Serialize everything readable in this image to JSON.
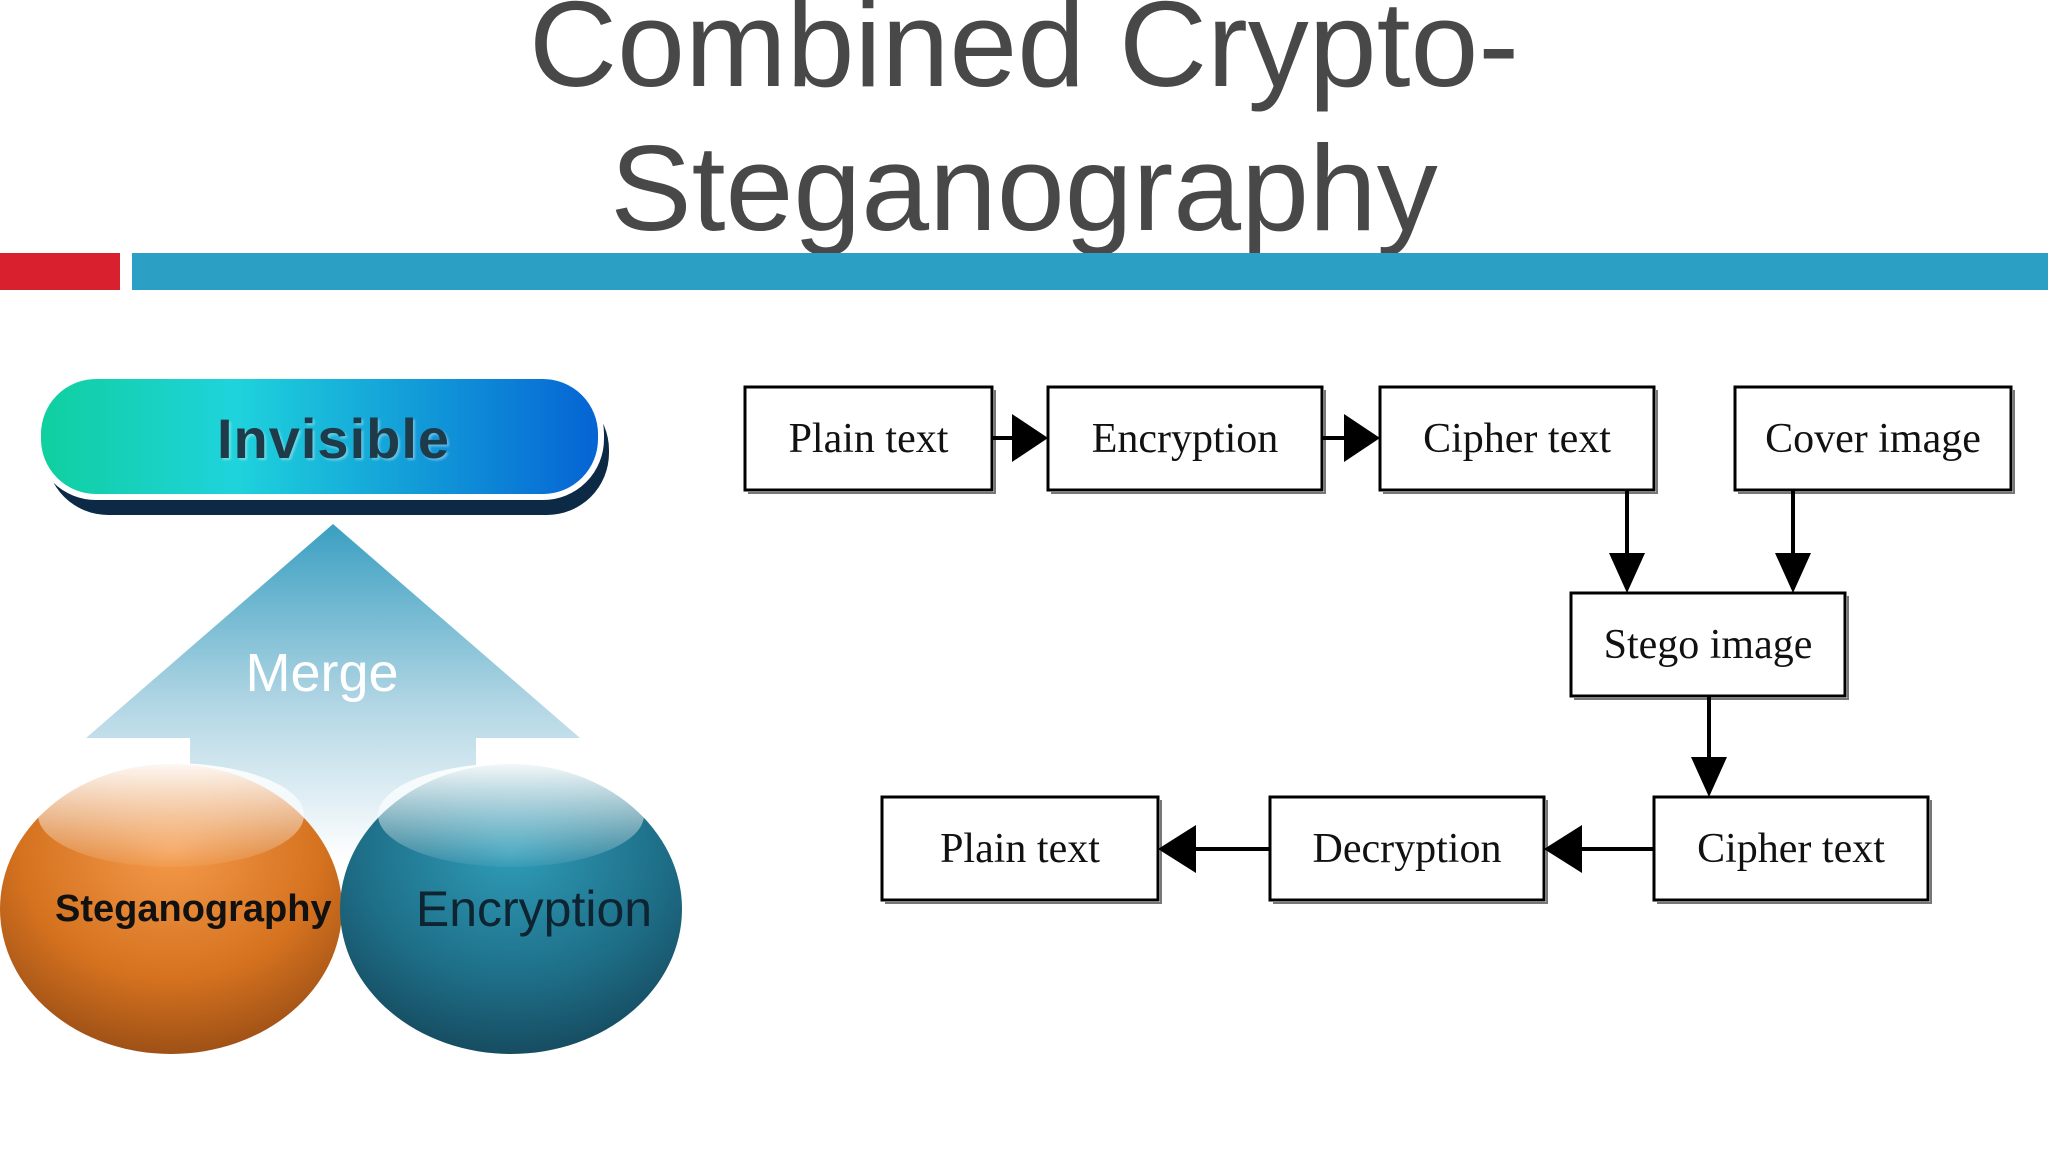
{
  "title": {
    "line1": "Combined Crypto-",
    "line2": "Steganography"
  },
  "colors": {
    "accent_red": "#d8202f",
    "accent_blue": "#2ba0c4",
    "title_text": "#484848"
  },
  "left_graphic": {
    "top_label": "Invisible",
    "arrow_label": "Merge",
    "left_circle_label": "Steganography",
    "right_circle_label": "Encryption"
  },
  "flow": {
    "row1": {
      "plain_text": "Plain text",
      "encryption": "Encryption",
      "cipher_text": "Cipher text",
      "cover_image": "Cover image"
    },
    "stego_image": "Stego image",
    "row3": {
      "cipher_text": "Cipher text",
      "decryption": "Decryption",
      "plain_text": "Plain text"
    }
  }
}
